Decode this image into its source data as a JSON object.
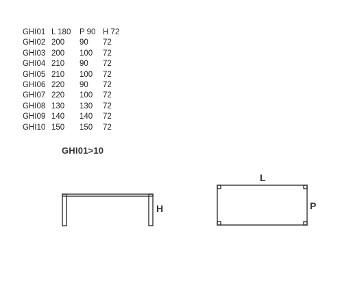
{
  "specs": {
    "header": [
      "GHI01",
      "L 180",
      "P 90",
      "H 72"
    ],
    "rows": [
      [
        "GHI02",
        "200",
        "90",
        "72"
      ],
      [
        "GHI03",
        "200",
        "100",
        "72"
      ],
      [
        "GHI04",
        "210",
        "90",
        "72"
      ],
      [
        "GHI05",
        "210",
        "100",
        "72"
      ],
      [
        "GHI06",
        "220",
        "90",
        "72"
      ],
      [
        "GHI07",
        "220",
        "100",
        "72"
      ],
      [
        "GHI08",
        "130",
        "130",
        "72"
      ],
      [
        "GHI09",
        "140",
        "140",
        "72"
      ],
      [
        "GHI10",
        "150",
        "150",
        "72"
      ]
    ]
  },
  "range_label": "GHI01>10",
  "side_view": {
    "height_label": "H"
  },
  "top_view": {
    "length_label": "L",
    "depth_label": "P"
  },
  "colors": {
    "text": "#222222",
    "line": "#333333"
  }
}
